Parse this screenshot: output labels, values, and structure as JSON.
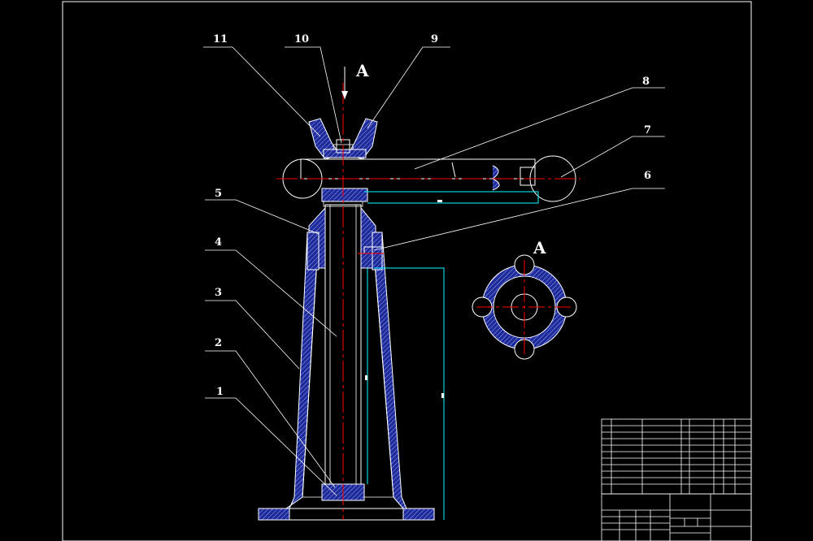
{
  "drawing": {
    "section_labels": {
      "top": "A",
      "detail": "A"
    },
    "callouts": [
      "1",
      "2",
      "3",
      "4",
      "5",
      "6",
      "7",
      "8",
      "9",
      "10",
      "11"
    ],
    "colors": {
      "background": "#000000",
      "outline": "#ffffff",
      "hatch_fill": "#1c2a9e",
      "hatch_line": "#ffffff",
      "centerline": "#ff0000",
      "dimension": "#00ffff",
      "leader": "#ffffff"
    }
  }
}
